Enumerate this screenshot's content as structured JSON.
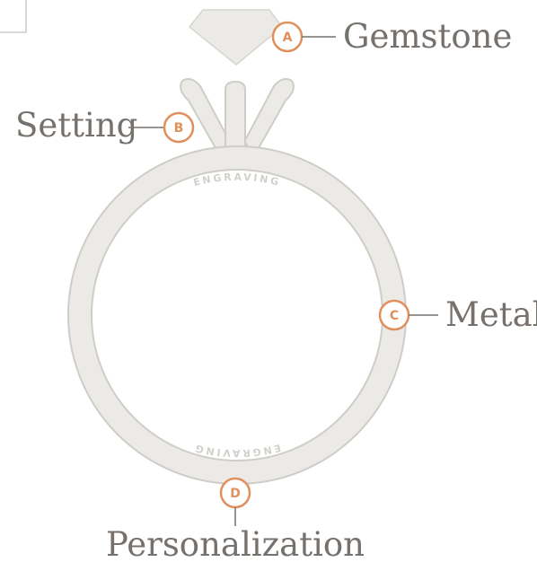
{
  "parts": {
    "gemstone": {
      "letter": "A",
      "label": "Gemstone"
    },
    "setting": {
      "letter": "B",
      "label": "Setting"
    },
    "metal": {
      "letter": "C",
      "label": "Metal"
    },
    "personalization": {
      "letter": "D",
      "label": "Personalization"
    }
  },
  "engraving": {
    "top": "ENGRAVING",
    "bottom": "ENGRAVING"
  },
  "colors": {
    "ring_fill": "#ebeae6",
    "ring_stroke": "#cfcdc8",
    "accent": "#e0905d",
    "label_text": "#76716d"
  }
}
